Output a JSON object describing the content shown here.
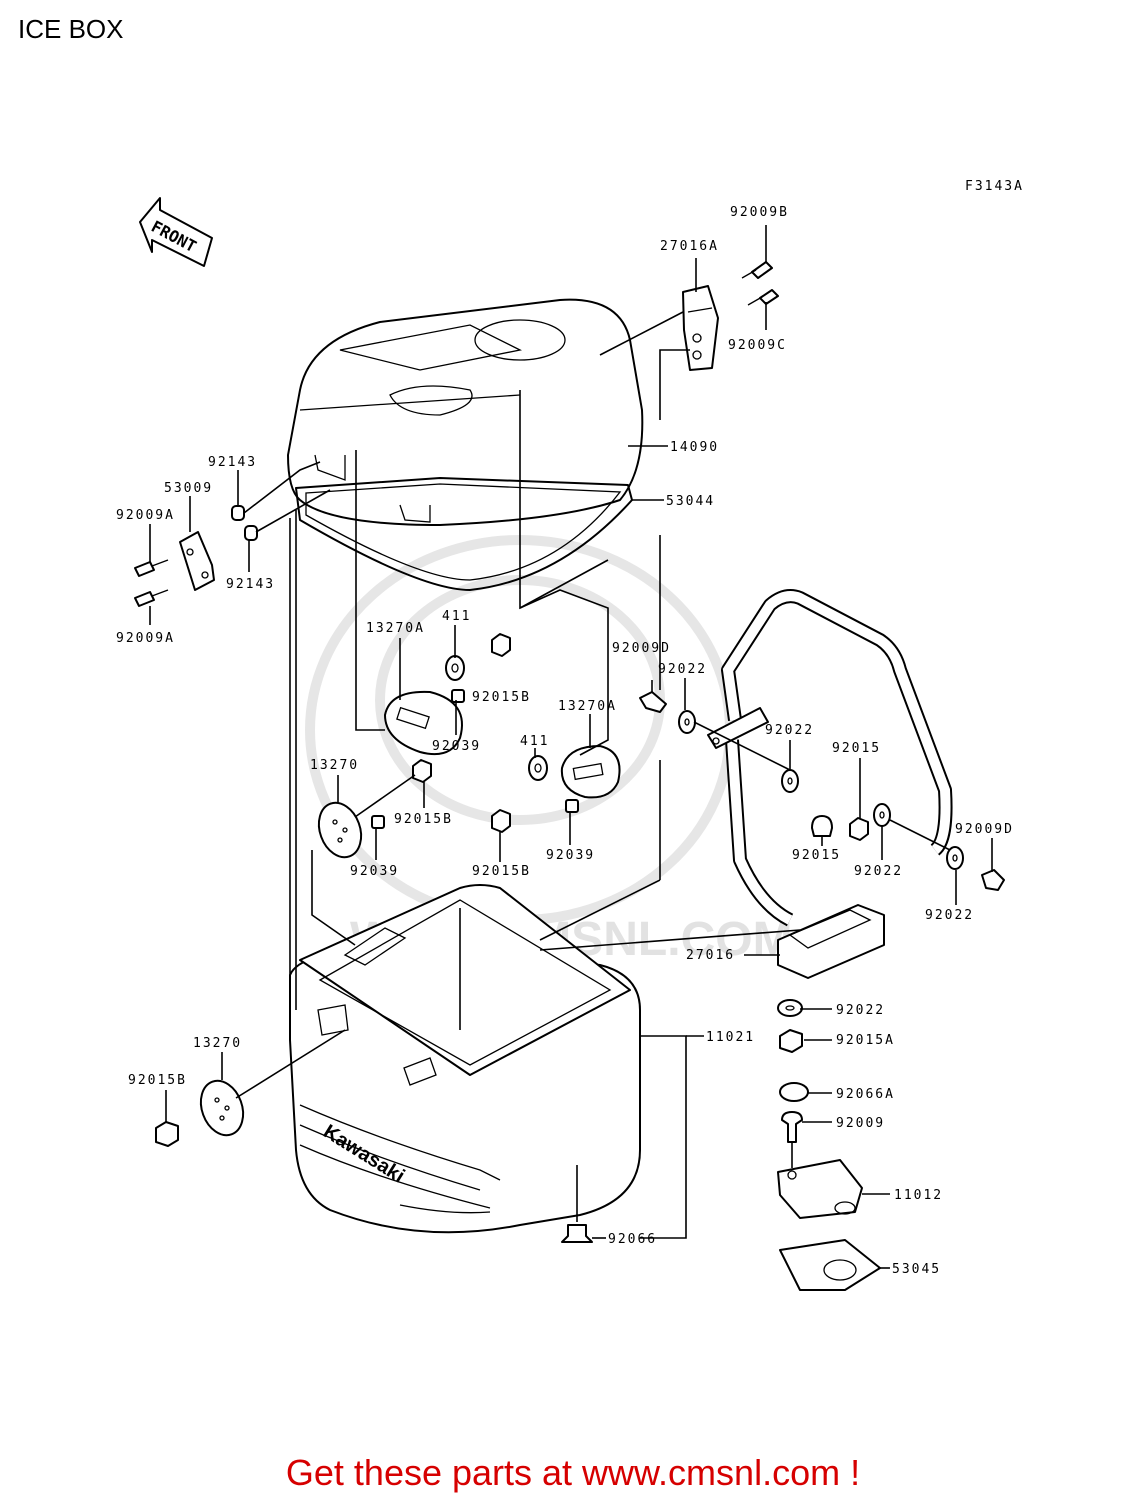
{
  "page": {
    "title": "ICE BOX",
    "cta": "Get these parts at www.cmsnl.com !"
  },
  "diagram": {
    "figure_code": "F3143A",
    "front_label": "FRONT",
    "watermark": "WWW.CMSNL.COM",
    "brand_text": "Kawasaki",
    "labels": {
      "p92009B": "92009B",
      "p27016A": "27016A",
      "p92009C": "92009C",
      "p14090": "14090",
      "p53044": "53044",
      "p92143a": "92143",
      "p53009": "53009",
      "p92009Aa": "92009A",
      "p92143b": "92143",
      "p92009Ab": "92009A",
      "p13270Aa": "13270A",
      "p411a": "411",
      "p92015Ba": "92015B",
      "p92039a": "92039",
      "p92009Da": "92009D",
      "p92022a": "92022",
      "p13270Ab": "13270A",
      "p92022b": "92022",
      "p411b": "411",
      "p92015a": "92015",
      "p13270a": "13270",
      "p92015Bb": "92015B",
      "p92039b": "92039",
      "p92015Bc": "92015B",
      "p92039c": "92039",
      "p92015b": "92015",
      "p92022c": "92022",
      "p92009Db": "92009D",
      "p92022d": "92022",
      "p27016": "27016",
      "p92022e": "92022",
      "p92015A": "92015A",
      "p11021": "11021",
      "p13270b": "13270",
      "p92015Bd": "92015B",
      "p92066A": "92066A",
      "p92009": "92009",
      "p11012": "11012",
      "p92066": "92066",
      "p53045": "53045"
    }
  }
}
